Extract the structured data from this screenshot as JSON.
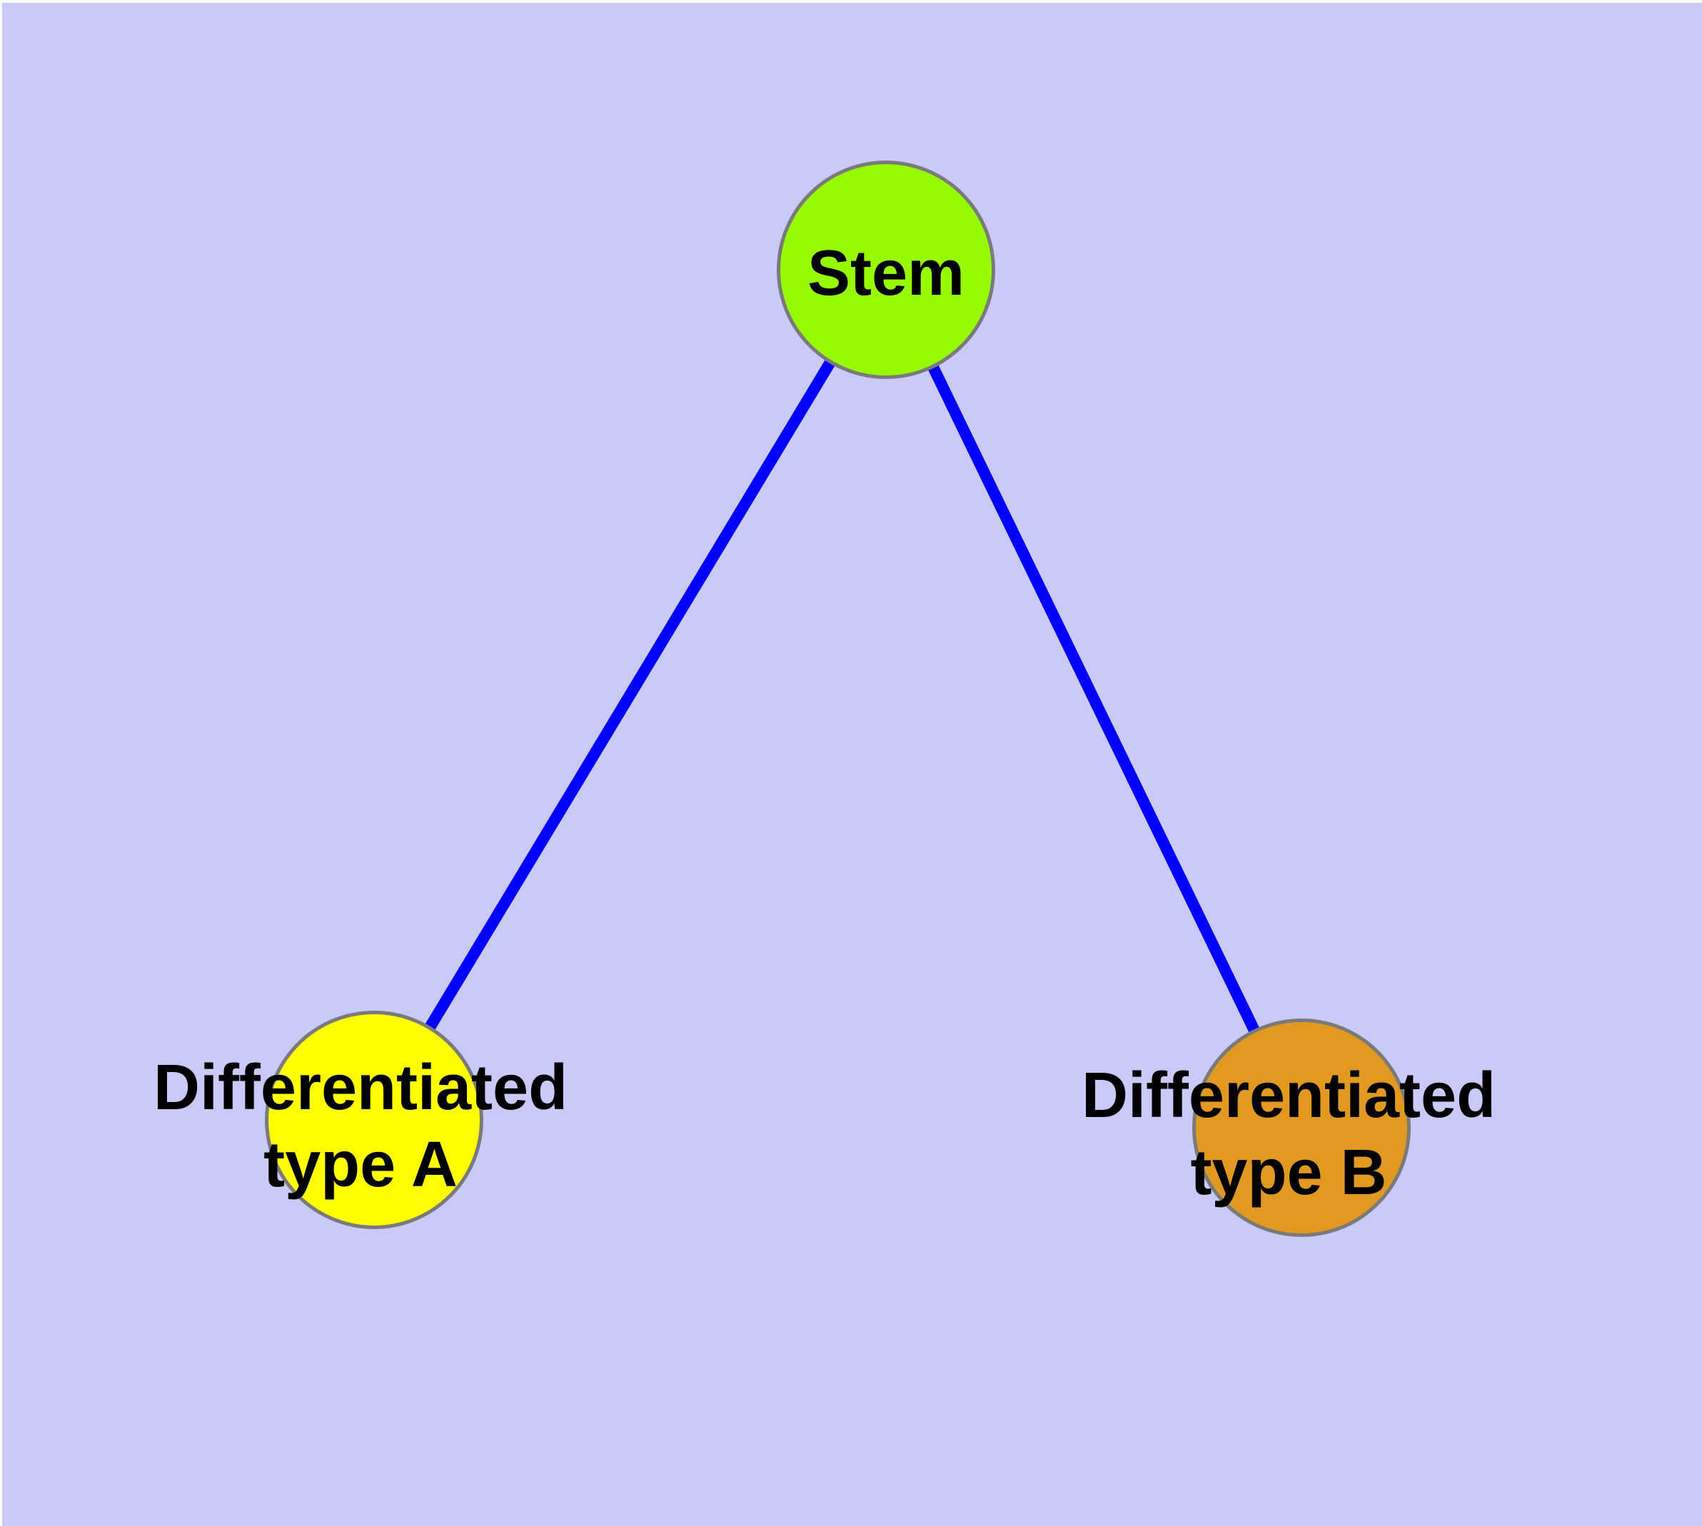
{
  "diagram": {
    "type": "node-link-graph",
    "colors": {
      "background": "#cacaf8",
      "page_margin": "#ffffff",
      "edge": "#0000ff",
      "node_border": "#7a7a7a",
      "label_text": "#000000"
    },
    "nodes": [
      {
        "id": "stem",
        "lines": [
          "Stem"
        ],
        "fill": "#97fa00"
      },
      {
        "id": "differentiated-type-a",
        "lines": [
          "Differentiated",
          "type A"
        ],
        "fill": "#ffff00"
      },
      {
        "id": "differentiated-type-b",
        "lines": [
          "Differentiated",
          "type B"
        ],
        "fill": "#e2991f"
      }
    ],
    "edges": [
      {
        "from": "stem",
        "to": "differentiated-type-a"
      },
      {
        "from": "stem",
        "to": "differentiated-type-b"
      }
    ]
  }
}
